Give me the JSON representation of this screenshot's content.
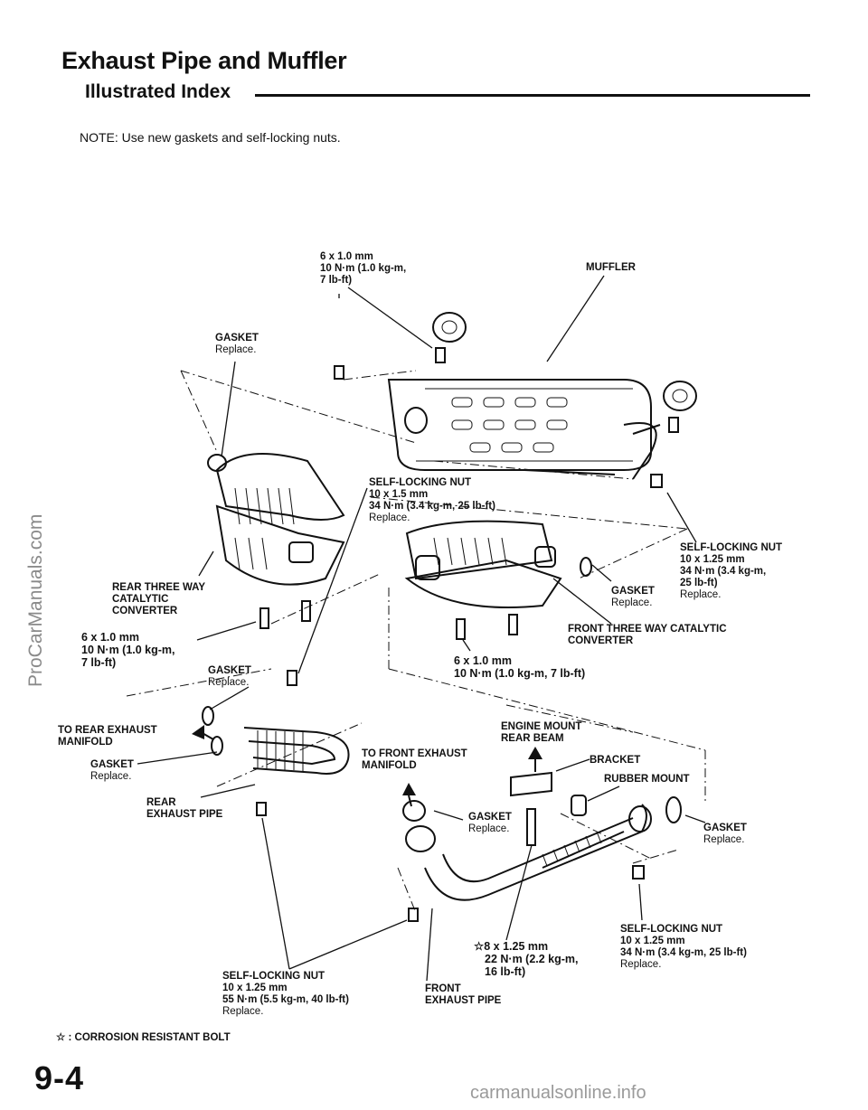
{
  "header": {
    "title": "Exhaust Pipe and Muffler",
    "subtitle": "Illustrated Index",
    "note": "NOTE:  Use new gaskets and self-locking nuts."
  },
  "labels": {
    "bolt_top": [
      "6 x 1.0 mm",
      "10 N·m (1.0 kg-m,",
      "7 lb-ft)"
    ],
    "muffler": "MUFFLER",
    "gasket_top": [
      "GASKET",
      "Replace."
    ],
    "nut_mid": [
      "SELF-LOCKING NUT",
      "10 x 1.5 mm",
      "34 N·m (3.4 kg-m, 25 lb-ft)",
      "Replace."
    ],
    "nut_right": [
      "SELF-LOCKING NUT",
      "10 x 1.25 mm",
      "34 N·m (3.4 kg-m,",
      "25 lb-ft)",
      "Replace."
    ],
    "gasket_front_cat": [
      "GASKET",
      "Replace."
    ],
    "rear_cat": [
      "REAR THREE WAY",
      "CATALYTIC",
      "CONVERTER"
    ],
    "front_cat": [
      "FRONT THREE WAY CATALYTIC",
      "CONVERTER"
    ],
    "bolt_left": [
      "6 x 1.0 mm",
      "10 N·m (1.0 kg-m,",
      "7 lb-ft)"
    ],
    "bolt_front_cat": [
      "6 x 1.0 mm",
      "10 N·m (1.0 kg-m, 7 lb-ft)"
    ],
    "gasket_rear_pipe": [
      "GASKET",
      "Replace."
    ],
    "to_rear_manifold": [
      "TO REAR EXHAUST",
      "MANIFOLD"
    ],
    "gasket_left": [
      "GASKET",
      "Replace."
    ],
    "rear_pipe": [
      "REAR",
      "EXHAUST PIPE"
    ],
    "engine_mount": [
      "ENGINE MOUNT",
      "REAR BEAM"
    ],
    "to_front_manifold": [
      "TO FRONT EXHAUST",
      "MANIFOLD"
    ],
    "bracket": "BRACKET",
    "rubber_mount": "RUBBER MOUNT",
    "gasket_front_pipe": [
      "GASKET",
      "Replace."
    ],
    "gasket_far_right": [
      "GASKET",
      "Replace."
    ],
    "nut_bottom_right": [
      "SELF-LOCKING NUT",
      "10 x 1.25 mm",
      "34 N·m (3.4 kg-m, 25 lb-ft)",
      "Replace."
    ],
    "bolt_bottom": [
      "8 x 1.25 mm",
      "22 N·m (2.2 kg-m,",
      "16 lb-ft)"
    ],
    "nut_bottom_left": [
      "SELF-LOCKING NUT",
      "10 x 1.25 mm",
      "55 N·m (5.5 kg-m, 40 lb-ft)",
      "Replace."
    ],
    "front_pipe": [
      "FRONT",
      "EXHAUST PIPE"
    ]
  },
  "legend": {
    "symbol": "☆",
    "text": ": CORROSION RESISTANT BOLT"
  },
  "footer": {
    "page_number": "9-4",
    "watermark_side": "ProCarManuals.com",
    "watermark_bottom": "carmanualsonline.info"
  }
}
